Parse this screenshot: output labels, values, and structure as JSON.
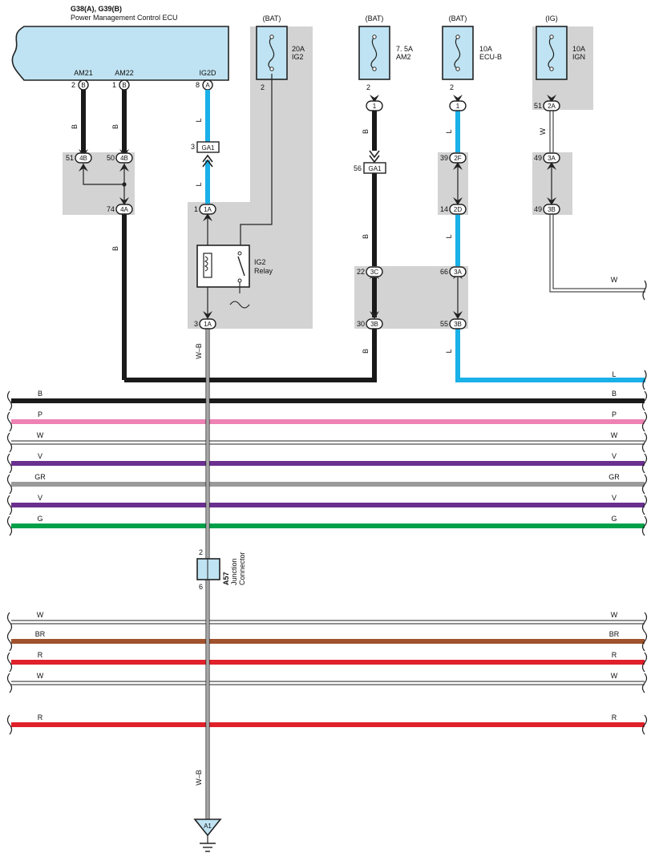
{
  "colors": {
    "B": "#1a1a1a",
    "P": "#ee82b4",
    "W": "#ffffff",
    "V": "#6a2f8f",
    "GR": "#9a9a9a",
    "G": "#00a04a",
    "BR": "#a0522d",
    "R": "#e0202a",
    "L": "#1ab0e8",
    "ecu_fill": "#bfe3f2",
    "shade": "#d3d3d3"
  },
  "ecu": {
    "title": "G38(A), G39(B)",
    "subtitle": "Power Management Control ECU",
    "terminals": [
      {
        "name": "AM21",
        "pin": "2",
        "conn": "B"
      },
      {
        "name": "AM22",
        "pin": "1",
        "conn": "B"
      },
      {
        "name": "IG2D",
        "pin": "8",
        "conn": "A"
      }
    ]
  },
  "fuses": [
    {
      "supply": "(BAT)",
      "rating": "20A",
      "name": "IG2",
      "pin": "2"
    },
    {
      "supply": "(BAT)",
      "rating": "7. 5A",
      "name": "AM2",
      "pin": "2"
    },
    {
      "supply": "(BAT)",
      "rating": "10A",
      "name": "ECU-B",
      "pin": "2"
    },
    {
      "supply": "(IG)",
      "rating": "10A",
      "name": "IGN",
      "pin": ""
    }
  ],
  "relay": {
    "line1": "IG2",
    "line2": "Relay"
  },
  "junction": {
    "code": "A57",
    "line1": "Junction",
    "line2": "Connector",
    "pin_top": "2",
    "pin_bottom": "6"
  },
  "ground": {
    "code": "A1"
  },
  "wire_labels": {
    "B": "B",
    "L": "L",
    "W": "W",
    "WB": "W–B"
  },
  "connectors": {
    "c1": {
      "pin": "51",
      "code": "4B"
    },
    "c2": {
      "pin": "50",
      "code": "4B"
    },
    "c3": {
      "pin": "74",
      "code": "4A"
    },
    "c4": {
      "pin": "3",
      "code": "GA1"
    },
    "c5": {
      "pin": "1",
      "code": "1A"
    },
    "c6": {
      "pin": "3",
      "code": "1A"
    },
    "c7": {
      "pin": "",
      "code": "1"
    },
    "c8": {
      "pin": "56",
      "code": "GA1"
    },
    "c9": {
      "pin": "22",
      "code": "3C"
    },
    "c10": {
      "pin": "30",
      "code": "3B"
    },
    "c11": {
      "pin": "",
      "code": "1"
    },
    "c12": {
      "pin": "39",
      "code": "2F"
    },
    "c13": {
      "pin": "14",
      "code": "2D"
    },
    "c14": {
      "pin": "66",
      "code": "3A"
    },
    "c15": {
      "pin": "55",
      "code": "3B"
    },
    "c16": {
      "pin": "51",
      "code": "2A"
    },
    "c17": {
      "pin": "49",
      "code": "3A"
    },
    "c18": {
      "pin": "49",
      "code": "3B"
    }
  },
  "bus_lines": [
    {
      "label": "B",
      "color": "#1a1a1a"
    },
    {
      "label": "P",
      "color": "#ee82b4"
    },
    {
      "label": "W",
      "color": "#ffffff"
    },
    {
      "label": "V",
      "color": "#6a2f8f"
    },
    {
      "label": "GR",
      "color": "#9a9a9a"
    },
    {
      "label": "V",
      "color": "#6a2f8f"
    },
    {
      "label": "G",
      "color": "#00a04a"
    },
    {
      "label": "W",
      "color": "#ffffff"
    },
    {
      "label": "BR",
      "color": "#a0522d"
    },
    {
      "label": "R",
      "color": "#e0202a"
    },
    {
      "label": "W",
      "color": "#ffffff"
    },
    {
      "label": "R",
      "color": "#e0202a"
    }
  ]
}
